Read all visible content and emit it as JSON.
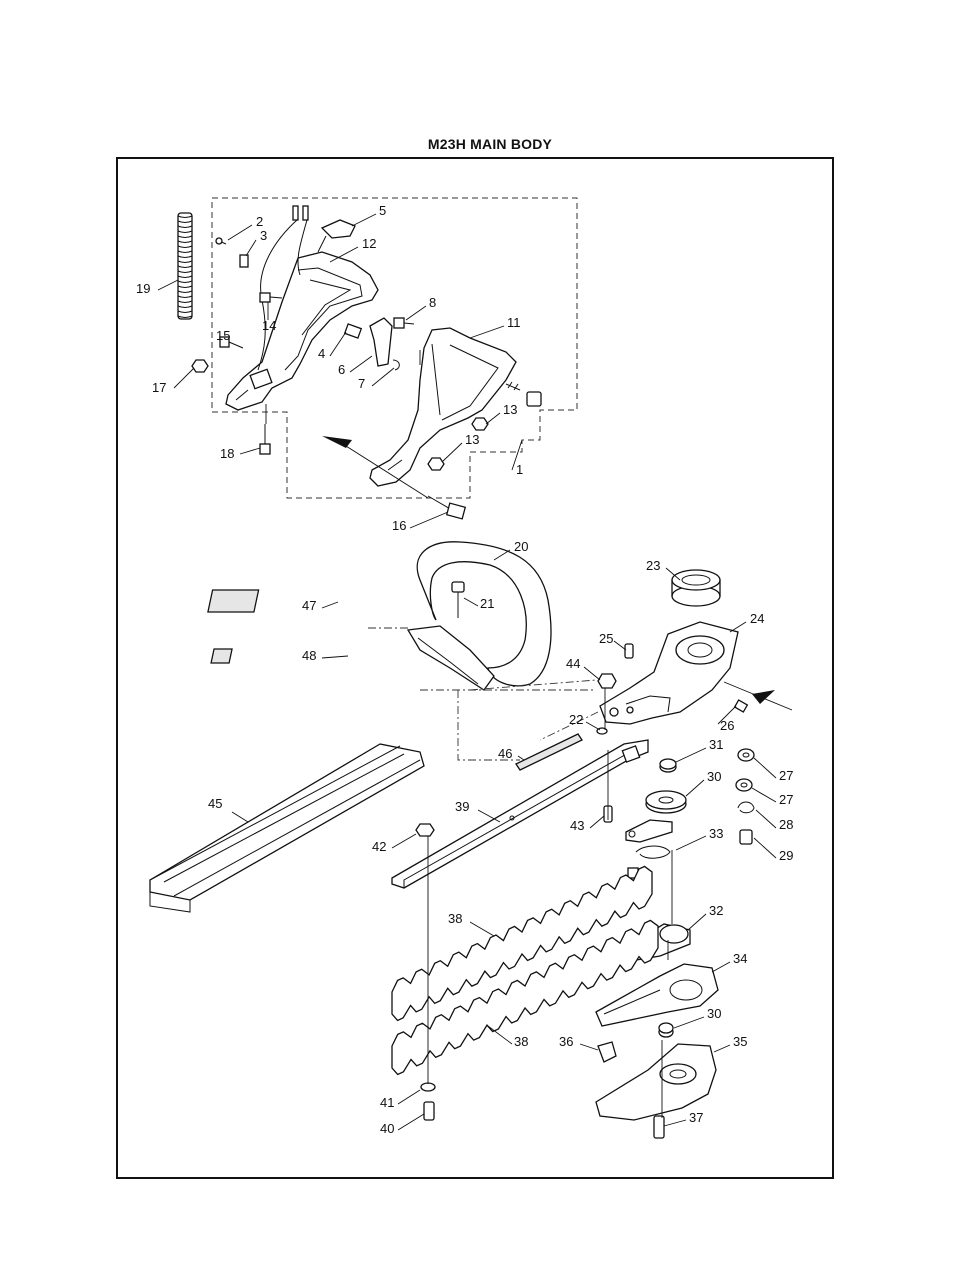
{
  "title": "M23H MAIN BODY",
  "part_numbers": [
    "1",
    "2",
    "3",
    "4",
    "5",
    "6",
    "7",
    "8",
    "11",
    "12",
    "13",
    "13",
    "14",
    "15",
    "16",
    "17",
    "18",
    "19",
    "20",
    "21",
    "22",
    "23",
    "24",
    "25",
    "26",
    "27",
    "27",
    "28",
    "29",
    "30",
    "30",
    "31",
    "32",
    "33",
    "34",
    "35",
    "36",
    "37",
    "38",
    "38",
    "39",
    "40",
    "41",
    "42",
    "43",
    "44",
    "45",
    "46",
    "47",
    "48"
  ]
}
